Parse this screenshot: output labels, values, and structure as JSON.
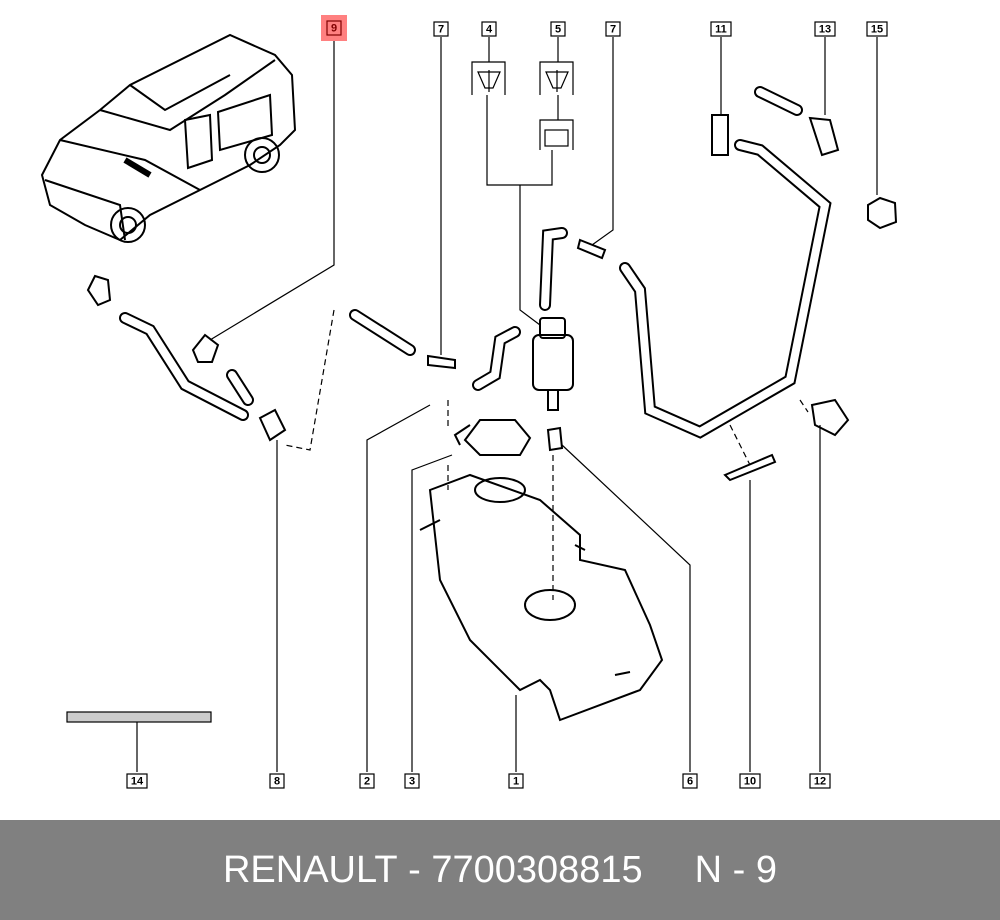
{
  "callouts": {
    "c9": "9",
    "c7a": "7",
    "c4": "4",
    "c5": "5",
    "c7b": "7",
    "c11": "11",
    "c13": "13",
    "c15": "15",
    "c14": "14",
    "c8": "8",
    "c2": "2",
    "c3": "3",
    "c1": "1",
    "c6": "6",
    "c10": "10",
    "c12": "12"
  },
  "highlight_color": "#ff8080",
  "footer": {
    "brand": "RENAULT",
    "separator": " - ",
    "part_number": "7700308815",
    "position_label": "N - 9"
  }
}
